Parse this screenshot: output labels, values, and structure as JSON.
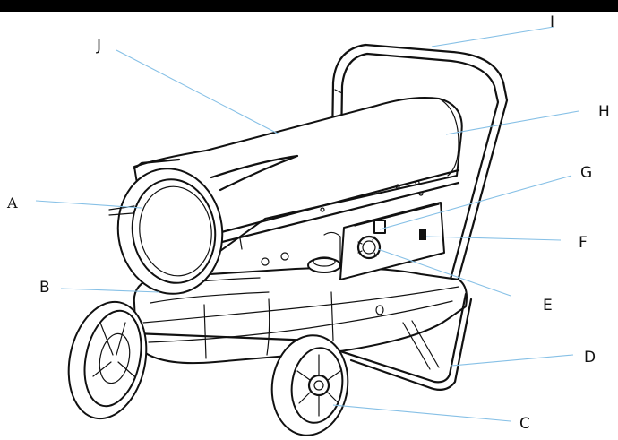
{
  "diagram": {
    "labels": {
      "A": "A",
      "B": "B",
      "C": "C",
      "D": "D",
      "E": "E",
      "F": "F",
      "G": "G",
      "H": "H",
      "I": "I",
      "J": "J"
    },
    "colors": {
      "ink": "#111111",
      "leader": "#86c0e6",
      "background": "#ffffff"
    }
  }
}
